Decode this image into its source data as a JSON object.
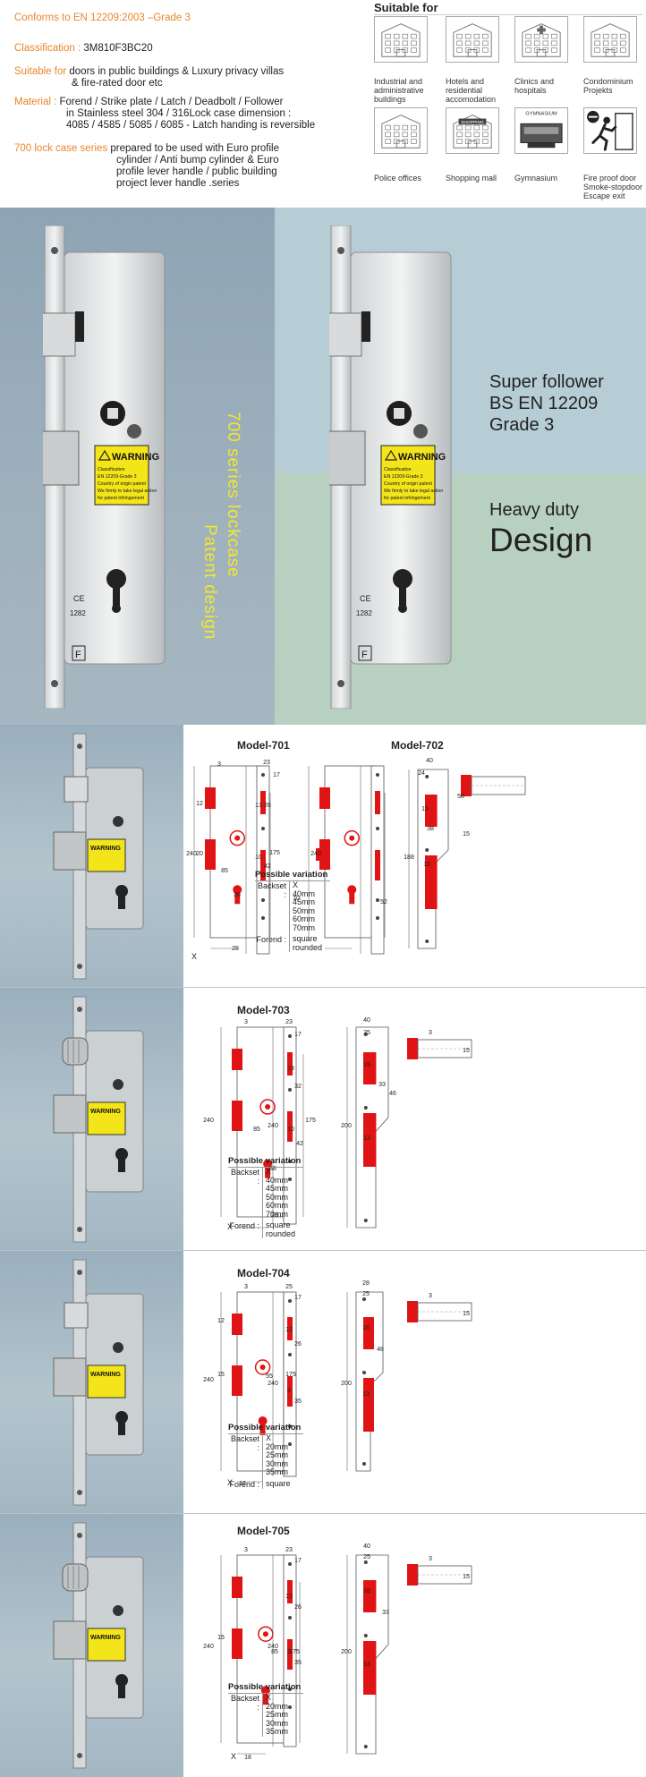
{
  "spec": {
    "conforms": "Conforms to EN 12209:2003 –Grade 3",
    "classification_label": "Classification :",
    "classification_value": "3M810F3BC20",
    "suitable_label": "Suitable for",
    "suitable_value_1": "doors in public buildings & Luxury privacy villas",
    "suitable_value_2": "& fire-rated door etc",
    "material_label": "Material :",
    "material_value_1": "Forend / Strike plate / Latch / Deadbolt / Follower",
    "material_value_2": "in Stainless steel 304 / 316Lock case dimension :",
    "material_value_3": "4085 / 4585 / 5085 / 6085 - Latch handing is reversible",
    "series_label": "700 lock case series",
    "series_value_1": "prepared to be used with Euro profile",
    "series_value_2": "cylinder / Anti bump cylinder & Euro",
    "series_value_3": "profile lever handle / public building",
    "series_value_4": "project lever handle .series"
  },
  "suitable": {
    "title": "Suitable for",
    "items": [
      {
        "icon": "industrial-building-icon",
        "caption": "Industrial and administrative buildings"
      },
      {
        "icon": "hotel-icon",
        "caption": "Hotels and residential accomodation"
      },
      {
        "icon": "hospital-icon",
        "caption": "Clinics and hospitals"
      },
      {
        "icon": "condominium-icon",
        "caption": "Condominium Projekts"
      },
      {
        "icon": "police-office-icon",
        "caption": "Police offices"
      },
      {
        "icon": "shopping-mall-icon",
        "caption": "Shopping mall",
        "sign": "SHOPPING"
      },
      {
        "icon": "gymnasium-icon",
        "caption": "Gymnasium",
        "sign": "GYMNASIUM"
      },
      {
        "icon": "fire-exit-icon",
        "caption": "Fire proof door Smoke-stopdoor Escape exit"
      }
    ]
  },
  "hero": {
    "vertical_1": "700 series lockcase",
    "vertical_2": "Patent design",
    "line_1": "Super follower",
    "line_2": "BS EN 12209",
    "line_3": "Grade 3",
    "line_4": "Heavy duty",
    "line_5": "Design",
    "warning_title": "WARNING",
    "warning_lines": [
      "Classification",
      "EN 12209-Grade 3",
      "Country of origin patent",
      "We firmly to take legal action",
      "for patent infringement"
    ],
    "ce_mark": "CE",
    "ce_number": "1282",
    "f_mark": "F"
  },
  "photo_badge": "WARNING",
  "pv_title": "Possible variation",
  "pv_backset_label": "Backset :",
  "pv_forend_label": "Forend :",
  "rows": [
    {
      "titles": [
        "Model-701",
        "Model-702"
      ],
      "backset": [
        "X",
        "40mm",
        "45mm",
        "50mm",
        "60mm",
        "70mm"
      ],
      "forend": [
        "square",
        "rounded"
      ],
      "dims": [
        "3",
        "12",
        "20",
        "240",
        "85",
        "38",
        "28",
        "X",
        "175",
        "23",
        "17",
        "13",
        "26",
        "10",
        "42",
        "240",
        "10",
        "52",
        "40",
        "24",
        "15",
        "38",
        "188",
        "10",
        "58",
        "15"
      ]
    },
    {
      "titles": [
        "Model-703"
      ],
      "backset": [
        "X",
        "40mm",
        "45mm",
        "50mm",
        "60mm",
        "70mm"
      ],
      "forend": [
        "square",
        "rounded"
      ],
      "dims": [
        "3",
        "240",
        "85",
        "38",
        "28",
        "X",
        "175",
        "23",
        "17",
        "13",
        "32",
        "10",
        "42",
        "240",
        "40",
        "25",
        "16",
        "33",
        "46",
        "200",
        "13",
        "3",
        "15"
      ]
    },
    {
      "titles": [
        "Model-704"
      ],
      "backset": [
        "X",
        "20mm",
        "25mm",
        "30mm",
        "35mm"
      ],
      "forend": [
        "square"
      ],
      "dims": [
        "3",
        "12",
        "15",
        "240",
        "55",
        "175",
        "X",
        "18",
        "25",
        "17",
        "13",
        "26",
        "9",
        "35",
        "240",
        "28",
        "25",
        "16",
        "48",
        "200",
        "13",
        "3",
        "15"
      ]
    },
    {
      "titles": [
        "Model-705"
      ],
      "backset": [
        "X",
        "20mm",
        "25mm",
        "30mm",
        "35mm"
      ],
      "forend": [],
      "dims": [
        "3",
        "15",
        "240",
        "85",
        "175",
        "X",
        "18",
        "23",
        "17",
        "13",
        "26",
        "9",
        "35",
        "240",
        "40",
        "25",
        "16",
        "33",
        "200",
        "13",
        "3",
        "15"
      ]
    }
  ],
  "colors": {
    "accent_orange": "#e8862a",
    "red": "#e01414",
    "yellow_text": "#f2e82a",
    "warning_yellow": "#f4e51a"
  }
}
